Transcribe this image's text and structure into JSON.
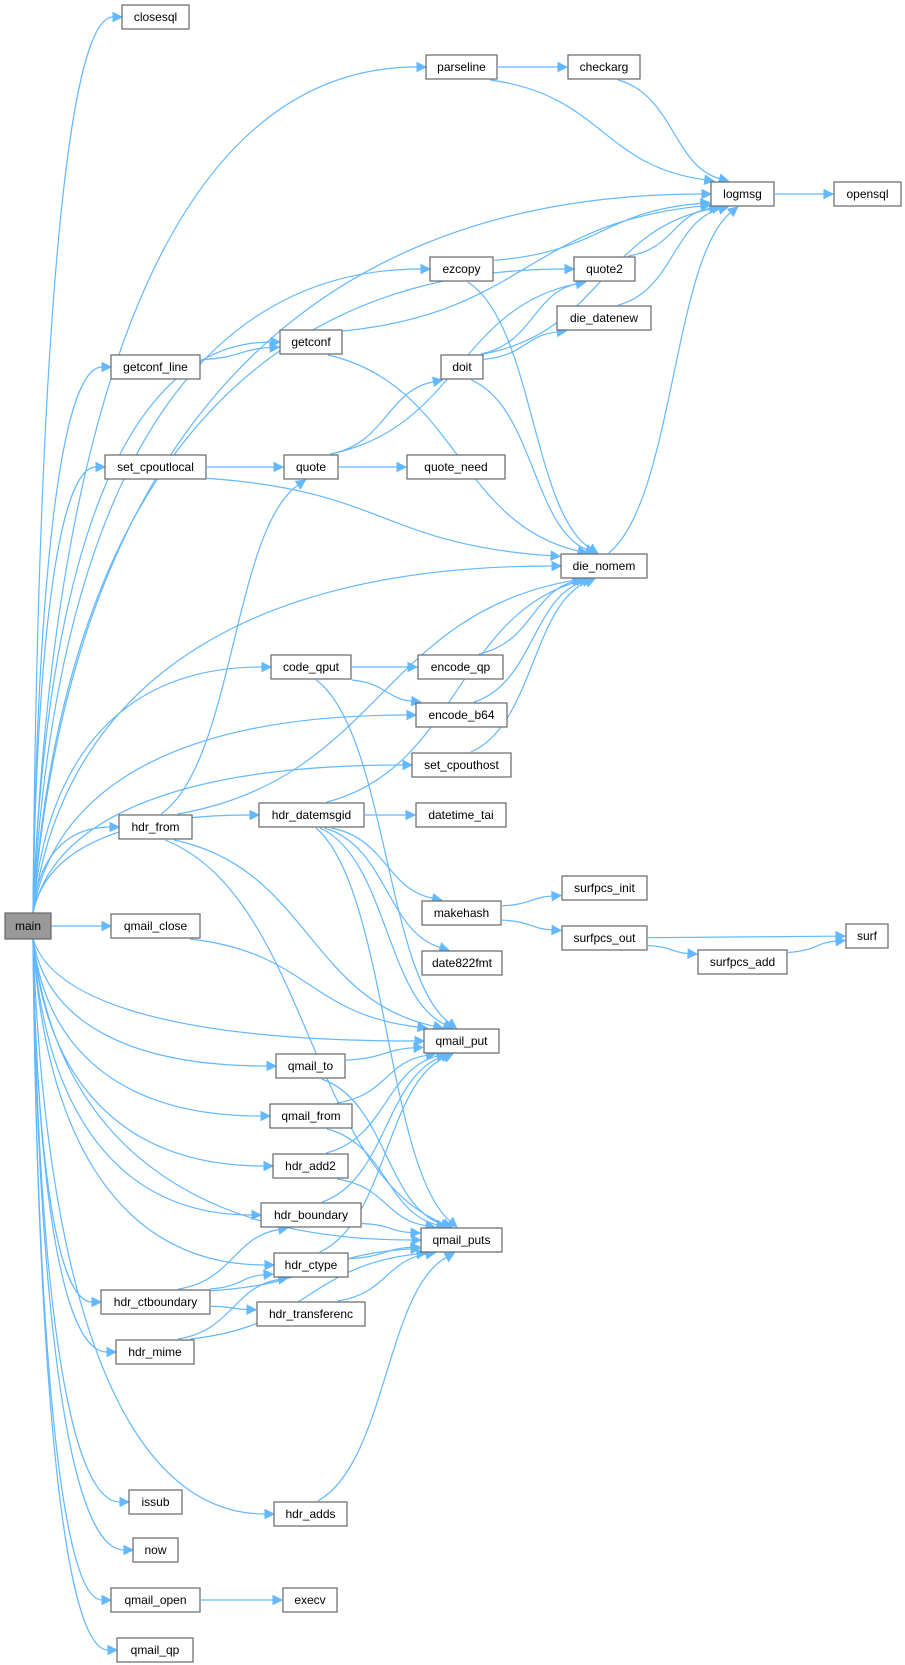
{
  "diagram": {
    "colors": {
      "edge": "#63b8ff",
      "node_border": "#666666",
      "root_fill": "#999999",
      "node_fill": "#ffffff"
    },
    "root": "main",
    "nodes": [
      {
        "id": "main",
        "label": "main"
      },
      {
        "id": "closesql",
        "label": "closesql"
      },
      {
        "id": "parseline",
        "label": "parseline"
      },
      {
        "id": "checkarg",
        "label": "checkarg"
      },
      {
        "id": "logmsg",
        "label": "logmsg"
      },
      {
        "id": "opensql",
        "label": "opensql"
      },
      {
        "id": "ezcopy",
        "label": "ezcopy"
      },
      {
        "id": "quote2",
        "label": "quote2"
      },
      {
        "id": "die_datenew",
        "label": "die_datenew"
      },
      {
        "id": "getconf",
        "label": "getconf"
      },
      {
        "id": "getconf_line",
        "label": "getconf_line"
      },
      {
        "id": "doit",
        "label": "doit"
      },
      {
        "id": "set_cpoutlocal",
        "label": "set_cpoutlocal"
      },
      {
        "id": "quote",
        "label": "quote"
      },
      {
        "id": "quote_need",
        "label": "quote_need"
      },
      {
        "id": "die_nomem",
        "label": "die_nomem"
      },
      {
        "id": "code_qput",
        "label": "code_qput"
      },
      {
        "id": "encode_qp",
        "label": "encode_qp"
      },
      {
        "id": "encode_b64",
        "label": "encode_b64"
      },
      {
        "id": "set_cpouthost",
        "label": "set_cpouthost"
      },
      {
        "id": "hdr_from",
        "label": "hdr_from"
      },
      {
        "id": "hdr_datemsgid",
        "label": "hdr_datemsgid"
      },
      {
        "id": "datetime_tai",
        "label": "datetime_tai"
      },
      {
        "id": "surfpcs_init",
        "label": "surfpcs_init"
      },
      {
        "id": "makehash",
        "label": "makehash"
      },
      {
        "id": "surfpcs_out",
        "label": "surfpcs_out"
      },
      {
        "id": "surf",
        "label": "surf"
      },
      {
        "id": "qmail_close",
        "label": "qmail_close"
      },
      {
        "id": "surfpcs_add",
        "label": "surfpcs_add"
      },
      {
        "id": "date822fmt",
        "label": "date822fmt"
      },
      {
        "id": "qmail_put",
        "label": "qmail_put"
      },
      {
        "id": "qmail_to",
        "label": "qmail_to"
      },
      {
        "id": "qmail_from",
        "label": "qmail_from"
      },
      {
        "id": "hdr_add2",
        "label": "hdr_add2"
      },
      {
        "id": "hdr_boundary",
        "label": "hdr_boundary"
      },
      {
        "id": "qmail_puts",
        "label": "qmail_puts"
      },
      {
        "id": "hdr_ctype",
        "label": "hdr_ctype"
      },
      {
        "id": "hdr_ctboundary",
        "label": "hdr_ctboundary"
      },
      {
        "id": "hdr_transferenc",
        "label": "hdr_transferenc"
      },
      {
        "id": "hdr_mime",
        "label": "hdr_mime"
      },
      {
        "id": "issub",
        "label": "issub"
      },
      {
        "id": "hdr_adds",
        "label": "hdr_adds"
      },
      {
        "id": "now",
        "label": "now"
      },
      {
        "id": "qmail_open",
        "label": "qmail_open"
      },
      {
        "id": "execv",
        "label": "execv"
      },
      {
        "id": "qmail_qp",
        "label": "qmail_qp"
      }
    ],
    "edges": [
      [
        "main",
        "closesql"
      ],
      [
        "main",
        "parseline"
      ],
      [
        "main",
        "logmsg"
      ],
      [
        "main",
        "quote2"
      ],
      [
        "main",
        "getconf"
      ],
      [
        "main",
        "getconf_line"
      ],
      [
        "main",
        "ezcopy"
      ],
      [
        "main",
        "set_cpoutlocal"
      ],
      [
        "main",
        "die_nomem"
      ],
      [
        "main",
        "code_qput"
      ],
      [
        "main",
        "encode_b64"
      ],
      [
        "main",
        "set_cpouthost"
      ],
      [
        "main",
        "hdr_from"
      ],
      [
        "main",
        "hdr_datemsgid"
      ],
      [
        "main",
        "qmail_close"
      ],
      [
        "main",
        "qmail_put"
      ],
      [
        "main",
        "qmail_to"
      ],
      [
        "main",
        "qmail_from"
      ],
      [
        "main",
        "hdr_add2"
      ],
      [
        "main",
        "hdr_boundary"
      ],
      [
        "main",
        "hdr_ctype"
      ],
      [
        "main",
        "hdr_ctboundary"
      ],
      [
        "main",
        "hdr_mime"
      ],
      [
        "main",
        "qmail_puts"
      ],
      [
        "main",
        "issub"
      ],
      [
        "main",
        "hdr_adds"
      ],
      [
        "main",
        "now"
      ],
      [
        "main",
        "qmail_open"
      ],
      [
        "main",
        "qmail_qp"
      ],
      [
        "parseline",
        "checkarg"
      ],
      [
        "parseline",
        "logmsg"
      ],
      [
        "checkarg",
        "logmsg"
      ],
      [
        "logmsg",
        "opensql"
      ],
      [
        "ezcopy",
        "logmsg"
      ],
      [
        "ezcopy",
        "die_nomem"
      ],
      [
        "quote2",
        "logmsg"
      ],
      [
        "die_datenew",
        "logmsg"
      ],
      [
        "getconf",
        "logmsg"
      ],
      [
        "getconf",
        "die_nomem"
      ],
      [
        "getconf_line",
        "getconf"
      ],
      [
        "doit",
        "quote2"
      ],
      [
        "doit",
        "die_datenew"
      ],
      [
        "doit",
        "logmsg"
      ],
      [
        "doit",
        "die_nomem"
      ],
      [
        "set_cpoutlocal",
        "quote"
      ],
      [
        "set_cpoutlocal",
        "die_nomem"
      ],
      [
        "quote",
        "quote_need"
      ],
      [
        "quote",
        "doit"
      ],
      [
        "quote",
        "quote2"
      ],
      [
        "die_nomem",
        "logmsg"
      ],
      [
        "code_qput",
        "encode_qp"
      ],
      [
        "code_qput",
        "encode_b64"
      ],
      [
        "code_qput",
        "qmail_put"
      ],
      [
        "encode_qp",
        "die_nomem"
      ],
      [
        "encode_b64",
        "die_nomem"
      ],
      [
        "set_cpouthost",
        "die_nomem"
      ],
      [
        "hdr_from",
        "quote"
      ],
      [
        "hdr_from",
        "die_nomem"
      ],
      [
        "hdr_from",
        "qmail_put"
      ],
      [
        "hdr_from",
        "qmail_puts"
      ],
      [
        "hdr_datemsgid",
        "datetime_tai"
      ],
      [
        "hdr_datemsgid",
        "die_nomem"
      ],
      [
        "hdr_datemsgid",
        "makehash"
      ],
      [
        "hdr_datemsgid",
        "date822fmt"
      ],
      [
        "hdr_datemsgid",
        "qmail_put"
      ],
      [
        "hdr_datemsgid",
        "qmail_puts"
      ],
      [
        "makehash",
        "surfpcs_init"
      ],
      [
        "makehash",
        "surfpcs_out"
      ],
      [
        "surfpcs_out",
        "surf"
      ],
      [
        "surfpcs_out",
        "surfpcs_add"
      ],
      [
        "surfpcs_add",
        "surf"
      ],
      [
        "qmail_close",
        "qmail_put"
      ],
      [
        "qmail_to",
        "qmail_put"
      ],
      [
        "qmail_to",
        "qmail_puts"
      ],
      [
        "qmail_from",
        "qmail_put"
      ],
      [
        "qmail_from",
        "qmail_puts"
      ],
      [
        "hdr_add2",
        "qmail_put"
      ],
      [
        "hdr_add2",
        "qmail_puts"
      ],
      [
        "hdr_boundary",
        "qmail_put"
      ],
      [
        "hdr_boundary",
        "qmail_puts"
      ],
      [
        "hdr_ctype",
        "qmail_put"
      ],
      [
        "hdr_ctype",
        "qmail_puts"
      ],
      [
        "hdr_ctboundary",
        "hdr_boundary"
      ],
      [
        "hdr_ctboundary",
        "hdr_ctype"
      ],
      [
        "hdr_ctboundary",
        "hdr_transferenc"
      ],
      [
        "hdr_ctboundary",
        "qmail_puts"
      ],
      [
        "hdr_transferenc",
        "qmail_puts"
      ],
      [
        "hdr_mime",
        "hdr_ctype"
      ],
      [
        "hdr_mime",
        "qmail_puts"
      ],
      [
        "hdr_adds",
        "qmail_puts"
      ],
      [
        "qmail_open",
        "execv"
      ]
    ]
  }
}
